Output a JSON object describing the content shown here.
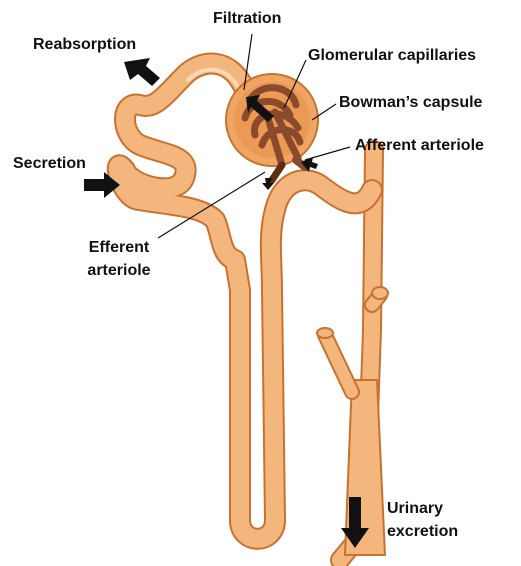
{
  "labels": {
    "filtration": "Filtration",
    "reabsorption": "Reabsorption",
    "glomerular_capillaries": "Glomerular capillaries",
    "bowmans_capsule": "Bowman’s capsule",
    "afferent_arteriole": "Afferent arteriole",
    "secretion": "Secretion",
    "efferent_arteriole_line1": "Efferent",
    "efferent_arteriole_line2": "arteriole",
    "urinary_excretion_line1": "Urinary",
    "urinary_excretion_line2": "excretion"
  },
  "colors": {
    "tubule_fill": "#f3b67c",
    "tubule_outline": "#c9712e",
    "tubule_highlight": "#fde2c2",
    "capillary": "#8b4a2b",
    "capillary_dark": "#5e2d17",
    "capsule": "#f0a565",
    "arrow": "#111111"
  }
}
